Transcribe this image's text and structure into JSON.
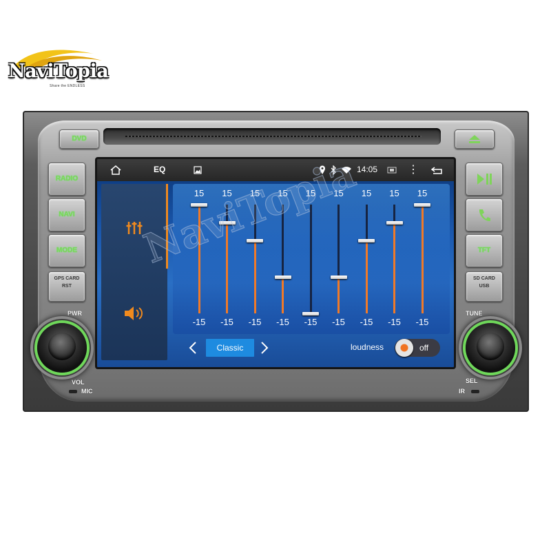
{
  "brand": {
    "logo_text": "NaviTopia",
    "tagline": "Share the ENDLESS"
  },
  "hardware": {
    "left_buttons": [
      "DVD",
      "RADIO",
      "NAVI",
      "MODE"
    ],
    "left_small_button": [
      "GPS CARD",
      "RST"
    ],
    "right_small_button": [
      "SD CARD",
      "USB"
    ],
    "right_button_tft": "TFT",
    "labels": {
      "pwr": "PWR",
      "vol": "VOL",
      "mic": "MIC",
      "tune": "TUNE",
      "sel": "SEL",
      "ir": "IR"
    },
    "accent_color": "#7fd45a"
  },
  "statusbar": {
    "title": "EQ",
    "time": "14:05"
  },
  "eq": {
    "bands": [
      {
        "max": "15",
        "min": "-15",
        "level": 15
      },
      {
        "max": "15",
        "min": "-15",
        "level": 10
      },
      {
        "max": "15",
        "min": "-15",
        "level": 5
      },
      {
        "max": "15",
        "min": "-15",
        "level": -5
      },
      {
        "max": "15",
        "min": "-15",
        "level": -15
      },
      {
        "max": "15",
        "min": "-15",
        "level": -5
      },
      {
        "max": "15",
        "min": "-15",
        "level": 5
      },
      {
        "max": "15",
        "min": "-15",
        "level": 10
      },
      {
        "max": "15",
        "min": "-15",
        "level": 15
      }
    ],
    "preset": "Classic",
    "loudness_label": "loudness",
    "loudness_state": "off",
    "accent_color": "#f07a28"
  },
  "watermark": "NaviTopia"
}
